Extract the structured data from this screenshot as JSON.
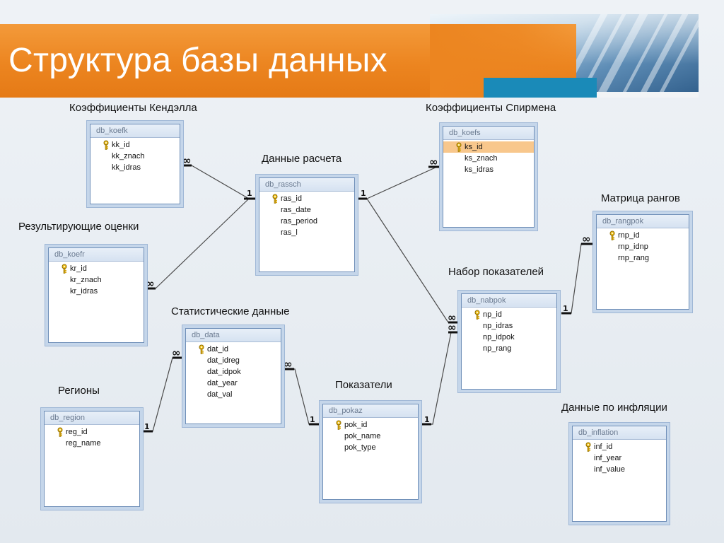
{
  "slide": {
    "title": "Структура базы данных"
  },
  "colors": {
    "header_orange": "#ec8520",
    "header_teal": "#1a8ab8",
    "table_border": "#6f8fb8",
    "selected_row": "#f8c78c"
  },
  "relationship_symbols": {
    "one": "1",
    "many": "∞"
  },
  "tables": {
    "koefk": {
      "caption": "Коэффициенты Кендэлла",
      "name": "db_koefk",
      "fields": [
        "kk_id",
        "kk_znach",
        "kk_idras"
      ],
      "primary_key": "kk_id"
    },
    "koefs": {
      "caption": "Коэффициенты Спирмена",
      "name": "db_koefs",
      "fields": [
        "ks_id",
        "ks_znach",
        "ks_idras"
      ],
      "primary_key": "ks_id",
      "selected_field": "ks_id"
    },
    "rassch": {
      "caption": "Данные расчета",
      "name": "db_rassch",
      "fields": [
        "ras_id",
        "ras_date",
        "ras_period",
        "ras_l"
      ],
      "primary_key": "ras_id"
    },
    "koefr": {
      "caption": "Результирующие оценки",
      "name": "db_koefr",
      "fields": [
        "kr_id",
        "kr_znach",
        "kr_idras"
      ],
      "primary_key": "kr_id"
    },
    "rangpok": {
      "caption": "Матрица рангов",
      "name": "db_rangpok",
      "fields": [
        "rnp_id",
        "rnp_idnp",
        "rnp_rang"
      ],
      "primary_key": "rnp_id"
    },
    "nabpok": {
      "caption": "Набор показателей",
      "name": "db_nabpok",
      "fields": [
        "np_id",
        "np_idras",
        "np_idpok",
        "np_rang"
      ],
      "primary_key": "np_id"
    },
    "data": {
      "caption": "Статистические данные",
      "name": "db_data",
      "fields": [
        "dat_id",
        "dat_idreg",
        "dat_idpok",
        "dat_year",
        "dat_val"
      ],
      "primary_key": "dat_id"
    },
    "region": {
      "caption": "Регионы",
      "name": "db_region",
      "fields": [
        "reg_id",
        "reg_name"
      ],
      "primary_key": "reg_id"
    },
    "pokaz": {
      "caption": "Показатели",
      "name": "db_pokaz",
      "fields": [
        "pok_id",
        "pok_name",
        "pok_type"
      ],
      "primary_key": "pok_id"
    },
    "inflation": {
      "caption": "Данные по инфляции",
      "name": "db_inflation",
      "fields": [
        "inf_id",
        "inf_year",
        "inf_value"
      ],
      "primary_key": "inf_id"
    }
  },
  "relationships": [
    {
      "from": "db_rassch",
      "to": "db_koefk",
      "one_side": "db_rassch",
      "many_side": "db_koefk"
    },
    {
      "from": "db_rassch",
      "to": "db_koefr",
      "one_side": "db_rassch",
      "many_side": "db_koefr"
    },
    {
      "from": "db_rassch",
      "to": "db_koefs",
      "one_side": "db_rassch",
      "many_side": "db_koefs"
    },
    {
      "from": "db_rassch",
      "to": "db_nabpok",
      "one_side": "db_rassch",
      "many_side": "db_nabpok"
    },
    {
      "from": "db_nabpok",
      "to": "db_rangpok",
      "one_side": "db_nabpok",
      "many_side": "db_rangpok"
    },
    {
      "from": "db_pokaz",
      "to": "db_nabpok",
      "one_side": "db_pokaz",
      "many_side": "db_nabpok"
    },
    {
      "from": "db_pokaz",
      "to": "db_data",
      "one_side": "db_pokaz",
      "many_side": "db_data"
    },
    {
      "from": "db_region",
      "to": "db_data",
      "one_side": "db_region",
      "many_side": "db_data"
    }
  ]
}
